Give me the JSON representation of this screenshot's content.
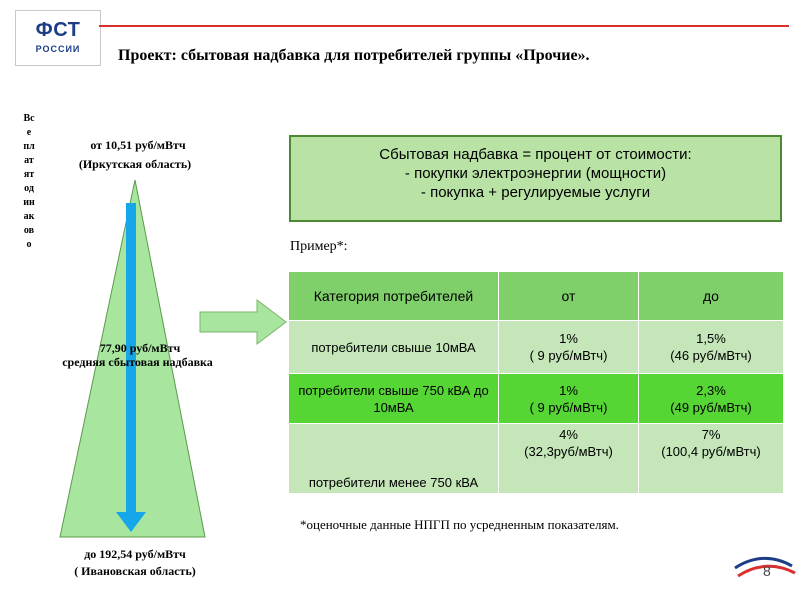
{
  "logo": {
    "line1": "ФСТ",
    "line2": "РОССИИ"
  },
  "title": "Проект: сбытовая надбавка для потребителей группы «Прочие».",
  "vertical_note": [
    "Вс",
    "е",
    "пл",
    "ат",
    "ят",
    "од",
    "ин",
    "ак",
    "ов",
    "о"
  ],
  "triangle": {
    "top_value": "от 10,51 руб/мВтч",
    "top_region": "(Иркутская область)",
    "mid_value": "77,90 руб/мВтч",
    "mid_caption": "средняя сбытовая надбавка",
    "bottom_value": "до 192,54 руб/мВтч",
    "bottom_region": "( Ивановская область)"
  },
  "definition": {
    "line1": "Сбытовая надбавка = процент от стоимости:",
    "line2": "- покупки электроэнергии (мощности)",
    "line3": "- покупка + регулируемые услуги"
  },
  "example_label": "Пример*:",
  "table": {
    "headers": [
      "Категория потребителей",
      "от",
      "до"
    ],
    "rows": [
      {
        "category": "потребители свыше 10мВА",
        "from_pct": "1%",
        "from_val": "( 9 руб/мВтч)",
        "to_pct": "1,5%",
        "to_val": "(46 руб/мВтч)"
      },
      {
        "category": "потребители свыше 750 кВА до 10мВА",
        "from_pct": "1%",
        "from_val": "( 9 руб/мВтч)",
        "to_pct": "2,3%",
        "to_val": "(49 руб/мВтч)"
      },
      {
        "category": "потребители менее 750 кВА",
        "from_pct": "4%",
        "from_val": "(32,3руб/мВтч)",
        "to_pct": "7%",
        "to_val": "(100,4 руб/мВтч)"
      }
    ]
  },
  "footnote": "*оценочные данные НПГП по усредненным показателям.",
  "page_number": "8",
  "colors": {
    "accent_red": "#d9302f",
    "brand_blue": "#1d3e87",
    "triangle_fill": "#a8e6a0",
    "blue_arrow": "#16a6ea",
    "box_fill": "#b8e3a5",
    "table_header": "#7fcf6a",
    "table_row_light": "#c4e6b9",
    "table_row_bright": "#55d635"
  }
}
